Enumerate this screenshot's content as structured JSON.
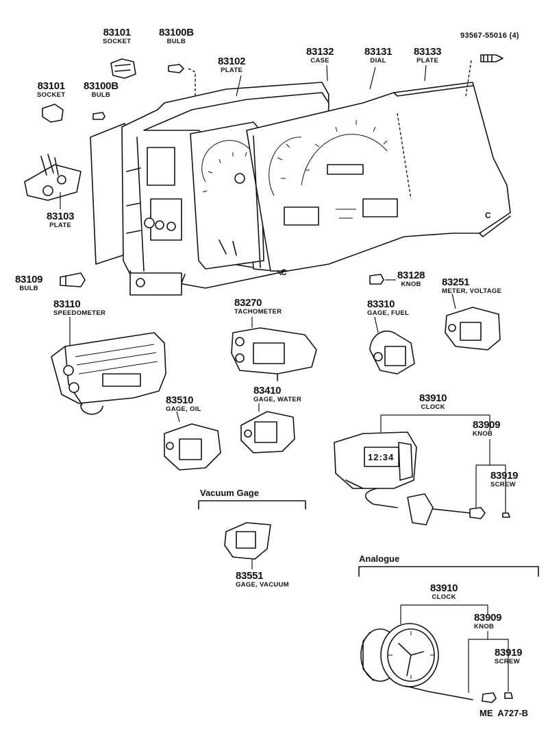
{
  "parts": {
    "p83101_top": {
      "number": "83101",
      "name": "SOCKET"
    },
    "p83100b_top": {
      "number": "83100B",
      "name": "BULB"
    },
    "p83101_left": {
      "number": "83101",
      "name": "SOCKET"
    },
    "p83100b_left": {
      "number": "83100B",
      "name": "BULB"
    },
    "p83102": {
      "number": "83102",
      "name": "PLATE"
    },
    "p83132": {
      "number": "83132",
      "name": "CASE"
    },
    "p83131": {
      "number": "83131",
      "name": "DIAL"
    },
    "p83133": {
      "number": "83133",
      "name": "PLATE"
    },
    "p93567": {
      "number": "93567-55016 (4)"
    },
    "p83103": {
      "number": "83103",
      "name": "PLATE"
    },
    "p83109": {
      "number": "83109",
      "name": "BULB"
    },
    "p83128": {
      "number": "83128",
      "name": "KNOB"
    },
    "p83251": {
      "number": "83251",
      "name": "METER, VOLTAGE"
    },
    "p83110": {
      "number": "83110",
      "name": "SPEEDOMETER"
    },
    "p83270": {
      "number": "83270",
      "name": "TACHOMETER"
    },
    "p83310": {
      "number": "83310",
      "name": "GAGE, FUEL"
    },
    "p83510": {
      "number": "83510",
      "name": "GAGE, OIL"
    },
    "p83410": {
      "number": "83410",
      "name": "GAGE, WATER"
    },
    "p83910_digital": {
      "number": "83910",
      "name": "CLOCK"
    },
    "p83909_digital": {
      "number": "83909",
      "name": "KNOB"
    },
    "p83919_digital": {
      "number": "83919",
      "name": "SCREW"
    },
    "p83551": {
      "number": "83551",
      "name": "GAGE, VACUUM"
    },
    "p83910_analogue": {
      "number": "83910",
      "name": "CLOCK"
    },
    "p83909_analogue": {
      "number": "83909",
      "name": "KNOB"
    },
    "p83919_analogue": {
      "number": "83919",
      "name": "SCREW"
    }
  },
  "sections": {
    "vacuum_gage": "Vacuum Gage",
    "analogue": "Analogue"
  },
  "diagram_codes": {
    "c_case": "C",
    "c_dial": "C",
    "clock_display": "12:34",
    "page_code": "ME  A727-B"
  },
  "icons": [
    "bolt-icon",
    "bulb-icon",
    "socket-icon",
    "gauge-icon",
    "clock-icon",
    "knob-icon",
    "screw-icon"
  ]
}
